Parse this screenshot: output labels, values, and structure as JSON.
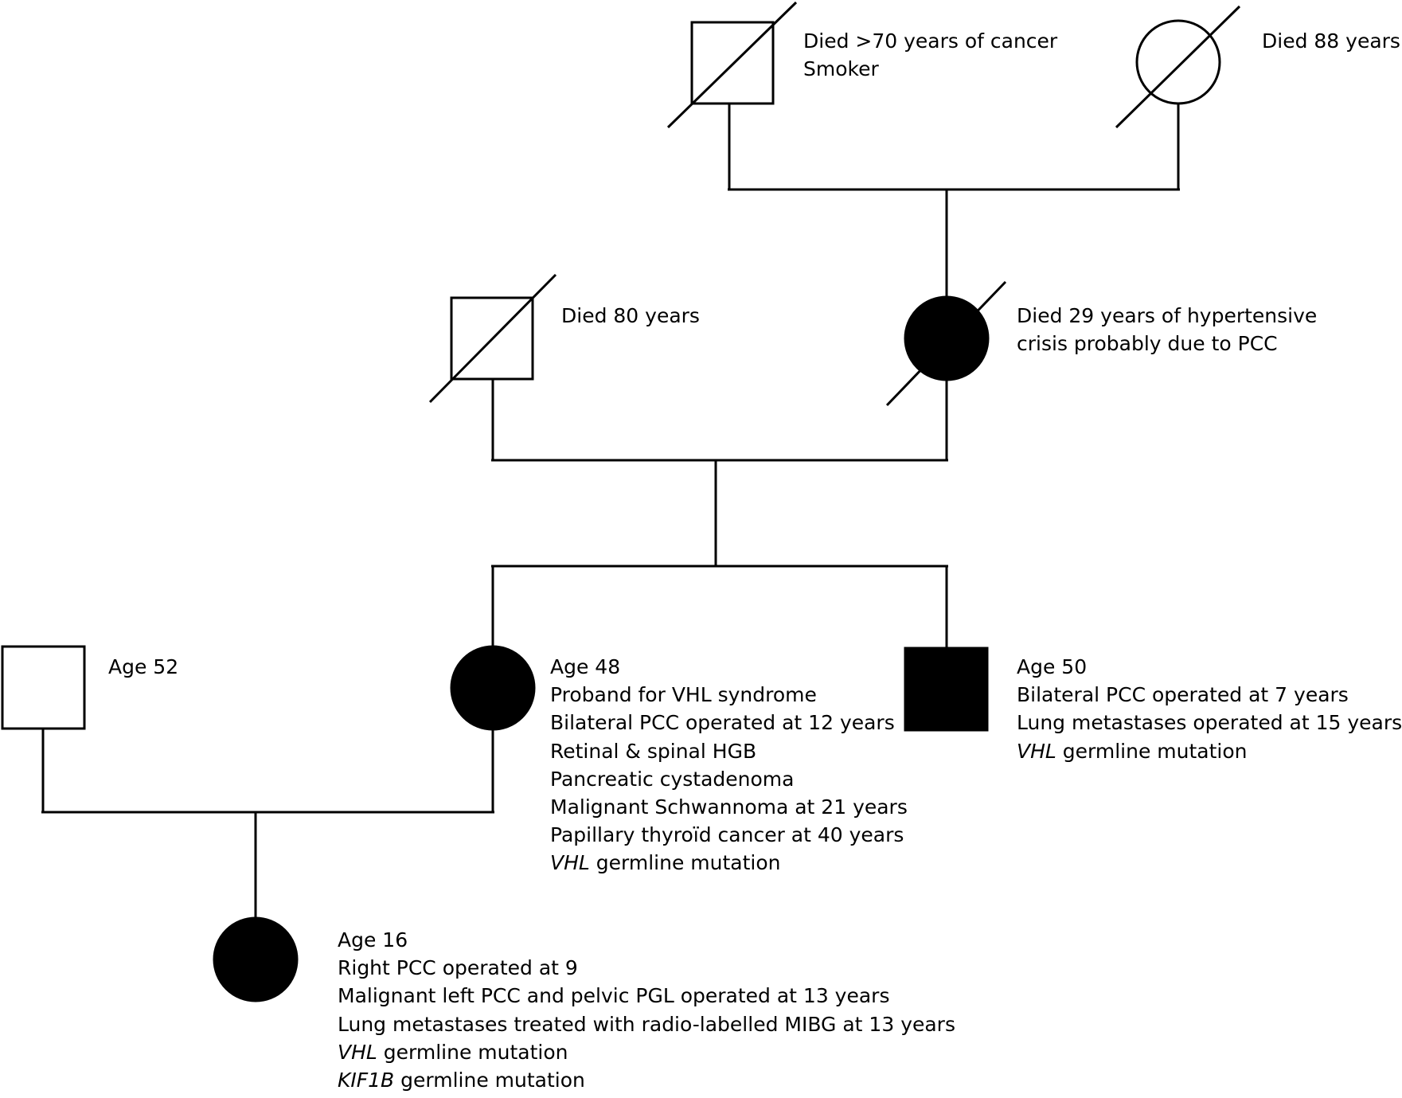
{
  "individuals": {
    "gen1_male": {
      "sex": "male",
      "affected": false,
      "deceased": true,
      "notes": [
        "Died >70 years of cancer",
        "Smoker"
      ]
    },
    "gen1_female": {
      "sex": "female",
      "affected": false,
      "deceased": true,
      "notes": [
        "Died 88 years"
      ]
    },
    "gen2_male": {
      "sex": "male",
      "affected": false,
      "deceased": true,
      "notes": [
        "Died 80 years"
      ]
    },
    "gen2_female": {
      "sex": "female",
      "affected": true,
      "deceased": true,
      "notes": [
        "Died 29 years of hypertensive",
        "crisis probably due to PCC"
      ]
    },
    "gen3_spouse": {
      "sex": "male",
      "affected": false,
      "deceased": false,
      "notes": [
        "Age 52"
      ]
    },
    "gen3_proband": {
      "sex": "female",
      "affected": true,
      "deceased": false,
      "notes": [
        "Age 48",
        "Proband for VHL syndrome",
        "Bilateral PCC operated at 12 years",
        "Retinal & spinal HGB",
        "Pancreatic cystadenoma",
        "Malignant Schwannoma at 21 years",
        "Papillary thyroïd cancer at 40 years"
      ],
      "mutation_gene": "VHL",
      "mutation_text": " germline mutation"
    },
    "gen3_brother": {
      "sex": "male",
      "affected": true,
      "deceased": false,
      "notes": [
        "Age 50",
        "Bilateral PCC operated at 7 years",
        "Lung metastases operated at 15 years"
      ],
      "mutation_gene": "VHL",
      "mutation_text": " germline mutation"
    },
    "gen4_daughter": {
      "sex": "female",
      "affected": true,
      "deceased": false,
      "notes": [
        "Age 16",
        "Right PCC operated at 9",
        "Malignant left PCC and pelvic PGL operated at 13 years",
        "Lung metastases treated with radio-labelled MIBG at 13 years"
      ],
      "mutation_gene": "VHL",
      "mutation_text": " germline mutation",
      "mutation2_gene": "KIF1B",
      "mutation2_text": " germline mutation"
    }
  },
  "colors": {
    "stroke": "#000000",
    "affected_fill": "#000000",
    "background": "#ffffff"
  }
}
